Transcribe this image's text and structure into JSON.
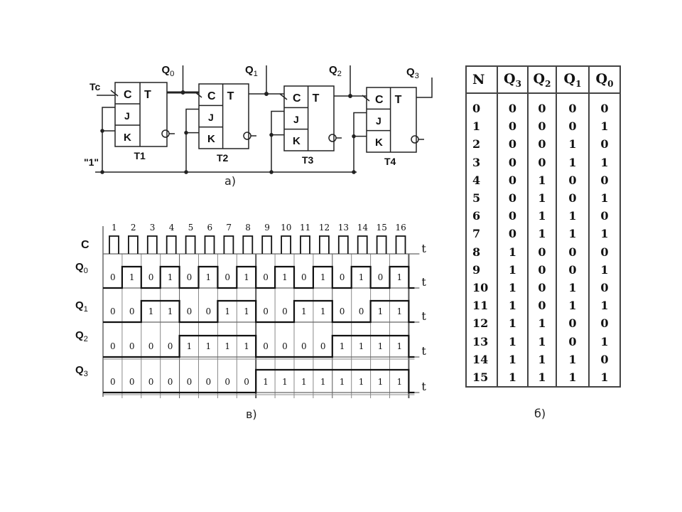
{
  "circuit": {
    "caption": "а)",
    "clock_input_label": "Tc",
    "constant_input_label": "\"1\"",
    "flip_flops": [
      {
        "name": "T1",
        "output": "Q0",
        "pins": {
          "c": "C",
          "j": "J",
          "k": "K",
          "type": "T"
        }
      },
      {
        "name": "T2",
        "output": "Q1",
        "pins": {
          "c": "C",
          "j": "J",
          "k": "K",
          "type": "T"
        }
      },
      {
        "name": "T3",
        "output": "Q2",
        "pins": {
          "c": "C",
          "j": "J",
          "k": "K",
          "type": "T"
        }
      },
      {
        "name": "T4",
        "output": "Q3",
        "pins": {
          "c": "C",
          "j": "J",
          "k": "K",
          "type": "T"
        }
      }
    ],
    "outputs": [
      {
        "base": "Q",
        "sub": "0"
      },
      {
        "base": "Q",
        "sub": "1"
      },
      {
        "base": "Q",
        "sub": "2"
      },
      {
        "base": "Q",
        "sub": "3"
      }
    ]
  },
  "timing": {
    "caption": "в)",
    "time_label": "t",
    "clock_label": "C",
    "clock_pulses": [
      "1",
      "2",
      "3",
      "4",
      "5",
      "6",
      "7",
      "8",
      "9",
      "10",
      "11",
      "12",
      "13",
      "14",
      "15",
      "16"
    ],
    "signals": [
      {
        "base": "Q",
        "sub": "0",
        "values": [
          0,
          1,
          0,
          1,
          0,
          1,
          0,
          1,
          0,
          1,
          0,
          1,
          0,
          1,
          0,
          1
        ]
      },
      {
        "base": "Q",
        "sub": "1",
        "values": [
          0,
          0,
          1,
          1,
          0,
          0,
          1,
          1,
          0,
          0,
          1,
          1,
          0,
          0,
          1,
          1
        ]
      },
      {
        "base": "Q",
        "sub": "2",
        "values": [
          0,
          0,
          0,
          0,
          1,
          1,
          1,
          1,
          0,
          0,
          0,
          0,
          1,
          1,
          1,
          1
        ]
      },
      {
        "base": "Q",
        "sub": "3",
        "values": [
          0,
          0,
          0,
          0,
          0,
          0,
          0,
          0,
          1,
          1,
          1,
          1,
          1,
          1,
          1,
          1
        ]
      }
    ]
  },
  "state_table": {
    "caption": "б)",
    "headers": [
      {
        "base": "N",
        "sub": ""
      },
      {
        "base": "Q",
        "sub": "3"
      },
      {
        "base": "Q",
        "sub": "2"
      },
      {
        "base": "Q",
        "sub": "1"
      },
      {
        "base": "Q",
        "sub": "0"
      }
    ],
    "rows": [
      [
        "0",
        "0",
        "0",
        "0",
        "0"
      ],
      [
        "1",
        "0",
        "0",
        "0",
        "1"
      ],
      [
        "2",
        "0",
        "0",
        "1",
        "0"
      ],
      [
        "3",
        "0",
        "0",
        "1",
        "1"
      ],
      [
        "4",
        "0",
        "1",
        "0",
        "0"
      ],
      [
        "5",
        "0",
        "1",
        "0",
        "1"
      ],
      [
        "6",
        "0",
        "1",
        "1",
        "0"
      ],
      [
        "7",
        "0",
        "1",
        "1",
        "1"
      ],
      [
        "8",
        "1",
        "0",
        "0",
        "0"
      ],
      [
        "9",
        "1",
        "0",
        "0",
        "1"
      ],
      [
        "10",
        "1",
        "0",
        "1",
        "0"
      ],
      [
        "11",
        "1",
        "0",
        "1",
        "1"
      ],
      [
        "12",
        "1",
        "1",
        "0",
        "0"
      ],
      [
        "13",
        "1",
        "1",
        "0",
        "1"
      ],
      [
        "14",
        "1",
        "1",
        "1",
        "0"
      ],
      [
        "15",
        "1",
        "1",
        "1",
        "1"
      ]
    ]
  }
}
